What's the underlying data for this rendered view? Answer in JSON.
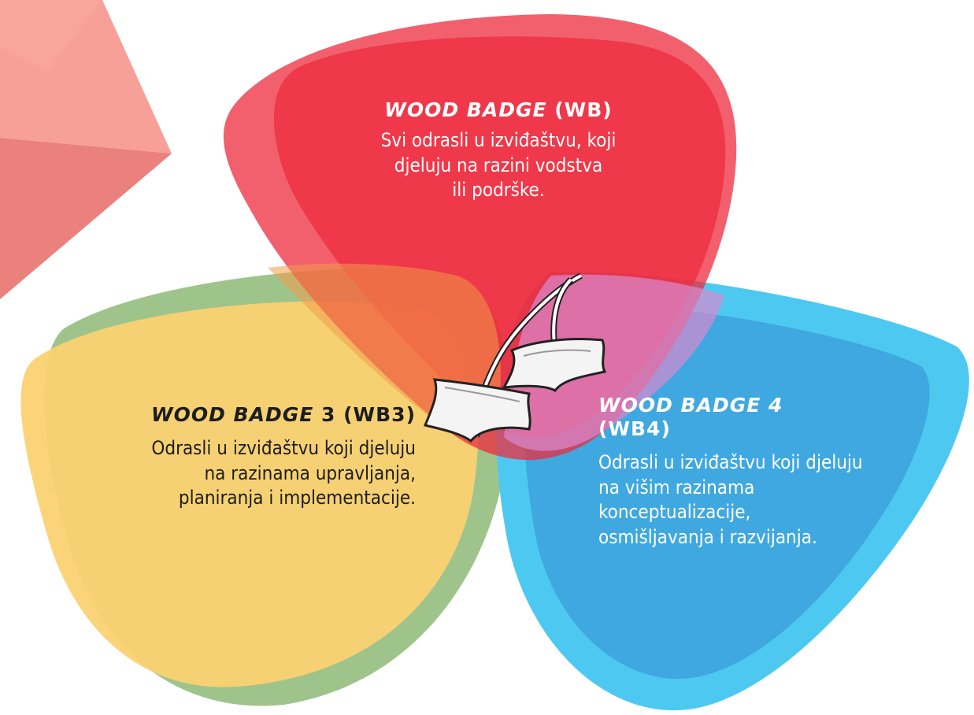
{
  "colors": {
    "red": "#ee2b3e",
    "red_light": "#f0606e",
    "green": "#9fc48b",
    "yellow": "#fbd273",
    "blue": "#4dc9f1",
    "blue_dark": "#3fa8e0",
    "corner_pink": "#f58c84"
  },
  "wb": {
    "title_italic": "WOOD BADGE",
    "title_rest": " (WB)",
    "lines": [
      "Svi odrasli u izviđaštvu, koji",
      "djeluju na razini vodstva",
      "ili podrške."
    ]
  },
  "wb3": {
    "title_italic": "WOOD BADGE",
    "title_rest": " 3 (WB3)",
    "lines": [
      "Odrasli u izviđaštvu koji djeluju",
      "na razinama upravljanja,",
      "planiranja i implementacije."
    ]
  },
  "wb4": {
    "title_italic": "WOOD BADGE",
    "title_rest": " 4",
    "title_line2": "(WB4)",
    "lines": [
      "Odrasli u izviđaštvu koji djeluju",
      "na višim razinama",
      "konceptualizacije,",
      "osmišljavanja i razvijanja."
    ]
  },
  "icons": {
    "woggle": "wood-badge-woggle-icon",
    "decor": "corner-triangle-decoration"
  }
}
